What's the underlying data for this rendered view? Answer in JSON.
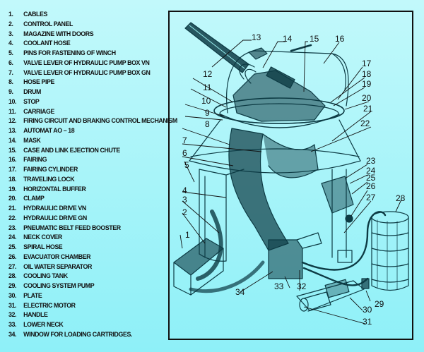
{
  "legend": {
    "items": [
      {
        "num": "1.",
        "label": "CABLES"
      },
      {
        "num": "2.",
        "label": "CONTROL PANEL"
      },
      {
        "num": "3.",
        "label": "MAGAZINE WITH DOORS"
      },
      {
        "num": "4.",
        "label": "COOLANT HOSE"
      },
      {
        "num": "5.",
        "label": "PINS FOR FASTENING OF WINCH"
      },
      {
        "num": "6.",
        "label": "VALVE LEVER OF HYDRAULIC PUMP BOX VN"
      },
      {
        "num": "7.",
        "label": "VALVE LEVER OF HYDRAULIC PUMP BOX GN"
      },
      {
        "num": "8.",
        "label": "HOSE PIPE"
      },
      {
        "num": "9.",
        "label": "DRUM"
      },
      {
        "num": "10.",
        "label": "STOP"
      },
      {
        "num": "11.",
        "label": "CARRIAGE"
      },
      {
        "num": "12.",
        "label": "FIRING CIRCUIT AND BRAKING CONTROL MECHANISM"
      },
      {
        "num": "13.",
        "label": "AUTOMAT AO – 18"
      },
      {
        "num": "14.",
        "label": "MASK"
      },
      {
        "num": "15.",
        "label": "CASE AND LINK EJECTION CHUTE"
      },
      {
        "num": "16.",
        "label": "FAIRING"
      },
      {
        "num": "17.",
        "label": "FAIRING CYLINDER"
      },
      {
        "num": "18.",
        "label": "TRAVELING LOCK"
      },
      {
        "num": "19.",
        "label": "HORIZONTAL BUFFER"
      },
      {
        "num": "20.",
        "label": "CLAMP"
      },
      {
        "num": "21.",
        "label": "HYDRAULIC DRIVE VN"
      },
      {
        "num": "22.",
        "label": "HYDRAULIC DRIVE GN"
      },
      {
        "num": "23.",
        "label": "PNEUMATIC BELT FEED BOOSTER"
      },
      {
        "num": "24.",
        "label": "NECK COVER"
      },
      {
        "num": "25.",
        "label": "SPIRAL HOSE"
      },
      {
        "num": "26.",
        "label": "EVACUATOR CHAMBER"
      },
      {
        "num": "27.",
        "label": "OIL WATER SEPARATOR"
      },
      {
        "num": "28.",
        "label": "COOLING TANK"
      },
      {
        "num": "29.",
        "label": "COOLING SYSTEM PUMP"
      },
      {
        "num": "30.",
        "label": "PLATE"
      },
      {
        "num": "31.",
        "label": "ELECTRIC MOTOR"
      },
      {
        "num": "32.",
        "label": "HANDLE"
      },
      {
        "num": "33.",
        "label": "LOWER NECK"
      },
      {
        "num": "34.",
        "label": "WINDOW FOR LOADING CARTRIDGES."
      }
    ]
  },
  "callouts": [
    "1",
    "2",
    "3",
    "4",
    "5",
    "6",
    "7",
    "8",
    "9",
    "10",
    "11",
    "12",
    "13",
    "14",
    "15",
    "16",
    "17",
    "18",
    "19",
    "20",
    "21",
    "22",
    "23",
    "24",
    "25",
    "26",
    "27",
    "28",
    "29",
    "30",
    "31",
    "32",
    "33",
    "34"
  ],
  "colors": {
    "background_top": "#c2f9fb",
    "background_bottom": "#8ef0f8",
    "ink": "#111111",
    "drawing_ink": "#0d3b44"
  }
}
